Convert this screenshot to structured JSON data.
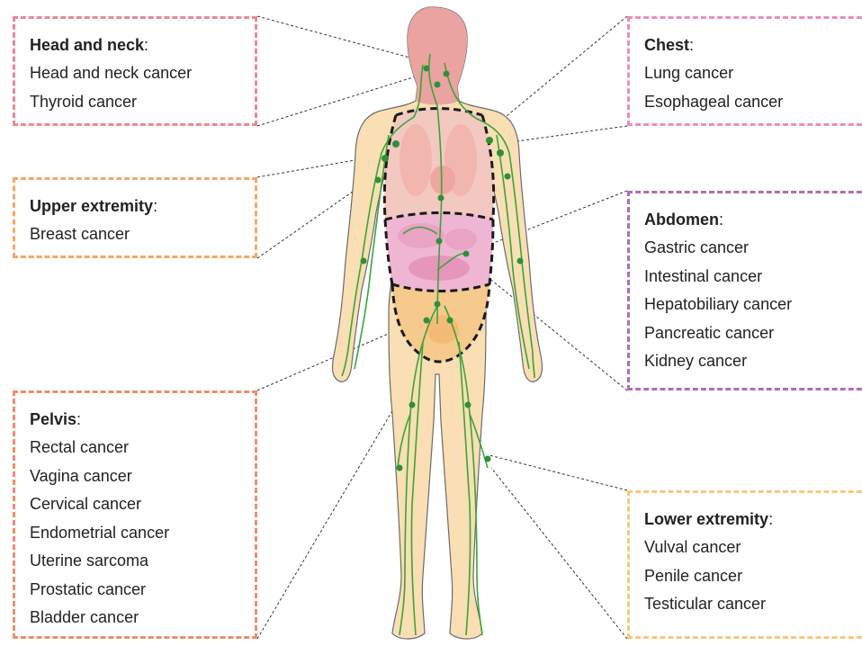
{
  "colors": {
    "skin": "#f9dfb3",
    "skin_outline": "#6b6b6b",
    "head": "#eaa3a0",
    "chest": "#f3c8c0",
    "abdomen": "#eeb6d3",
    "pelvis": "#f6c98c",
    "lymph": "#3aa43a",
    "node": "#2f8f3a",
    "head_box": "#e88a93",
    "chest_box": "#e98fb8",
    "upper_box": "#f4a86a",
    "abdomen_box": "#b26db0",
    "pelvis_box": "#ee8e6c",
    "lower_box": "#f5c97c"
  },
  "regions": {
    "head": {
      "title": "Head and neck",
      "colon": ":",
      "items": [
        "Head and neck cancer",
        "Thyroid cancer"
      ]
    },
    "upper": {
      "title": "Upper extremity",
      "colon": ":",
      "items": [
        "Breast cancer"
      ]
    },
    "pelvis": {
      "title": "Pelvis",
      "colon": ":",
      "items": [
        "Rectal cancer",
        "Vagina cancer",
        "Cervical cancer",
        "Endometrial cancer",
        "Uterine sarcoma",
        "Prostatic cancer",
        "Bladder cancer"
      ]
    },
    "chest": {
      "title": "Chest",
      "colon": ":",
      "items": [
        "Lung cancer",
        "Esophageal cancer"
      ]
    },
    "abdomen": {
      "title": "Abdomen",
      "colon": ":",
      "items": [
        "Gastric cancer",
        "Intestinal cancer",
        "Hepatobiliary cancer",
        "Pancreatic cancer",
        "Kidney cancer"
      ]
    },
    "lower": {
      "title": "Lower extremity",
      "colon": ":",
      "items": [
        "Vulval cancer",
        "Penile cancer",
        "Testicular cancer"
      ]
    }
  }
}
